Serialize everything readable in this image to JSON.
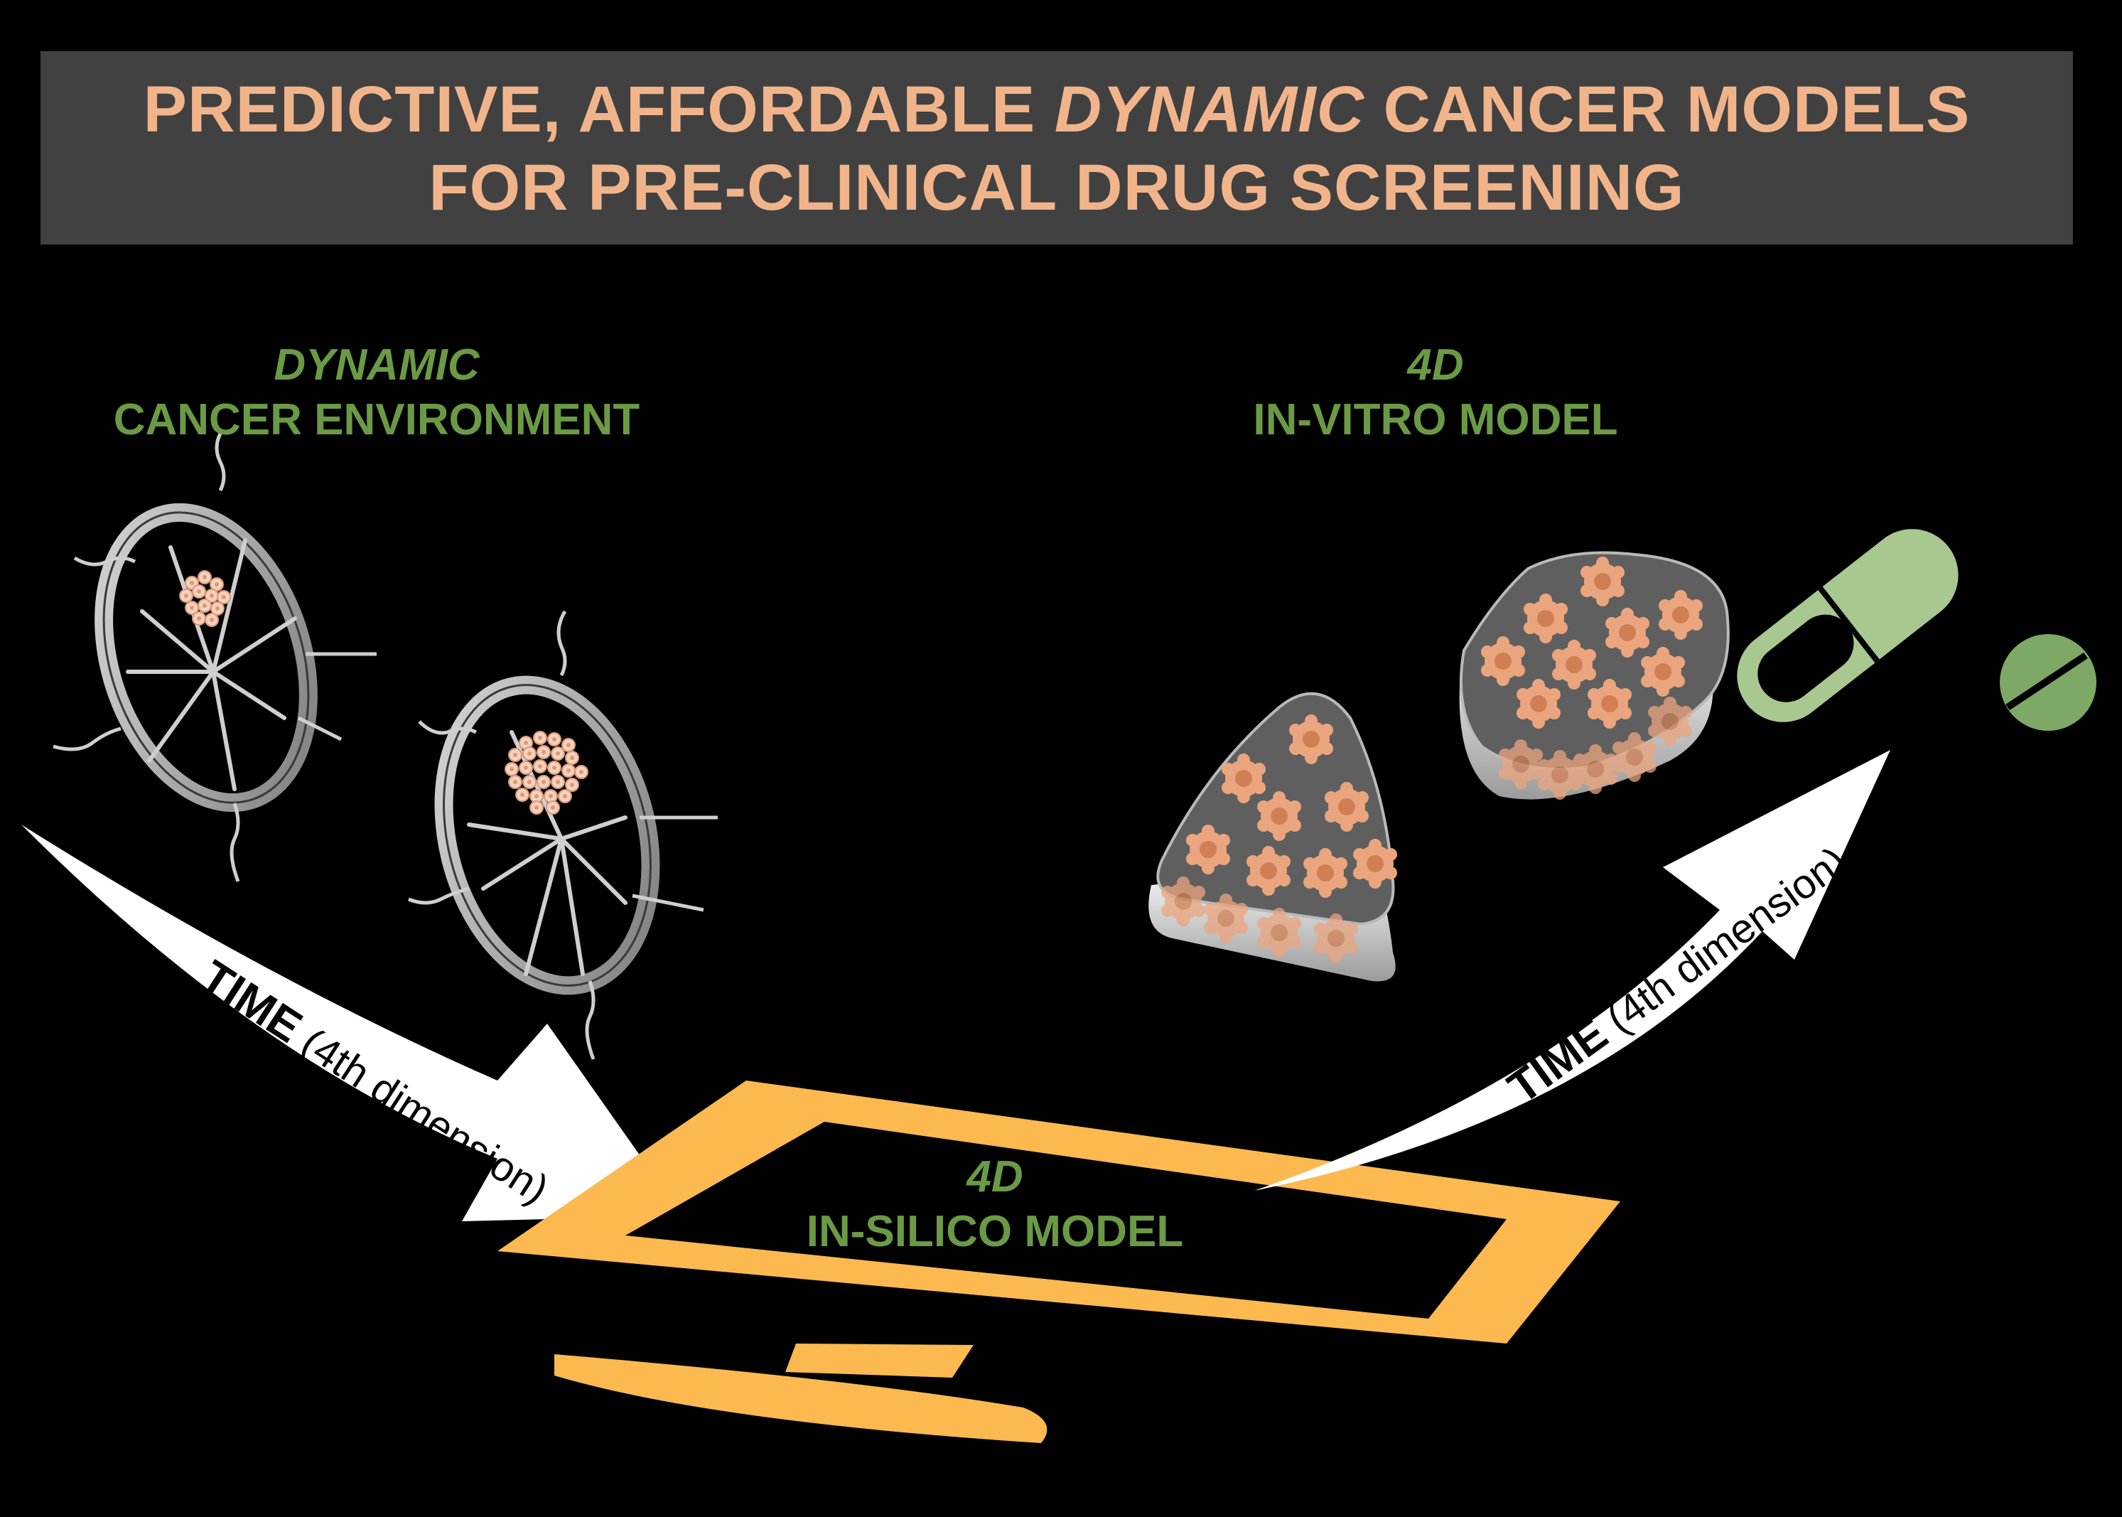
{
  "banner": {
    "line1_pre": "PREDICTIVE, AFFORDABLE ",
    "line1_em": "DYNAMIC",
    "line1_post": " CANCER MODELS",
    "line2": "FOR PRE-CLINICAL DRUG SCREENING"
  },
  "environment": {
    "label_em": "DYNAMIC",
    "label": "CANCER ENVIRONMENT"
  },
  "invitro": {
    "label_em": "4D",
    "label": "IN-VITRO MODEL"
  },
  "insilico": {
    "label_em": "4D",
    "label": "IN-SILICO MODEL"
  },
  "arrows": {
    "left": {
      "bold": "TIME",
      "text": " (4th dimension)"
    },
    "right": {
      "bold": "TIME",
      "text": " (4th dimension)"
    }
  },
  "colors": {
    "banner_bg": "#414141",
    "banner_text": "#f1b48a",
    "label_green": "#6b9a45",
    "monitor_orange": "#fbb950",
    "pill_light_green": "#a8c88f",
    "pill_dark_green": "#7ea866",
    "cell_orange": "#e9a57c"
  }
}
